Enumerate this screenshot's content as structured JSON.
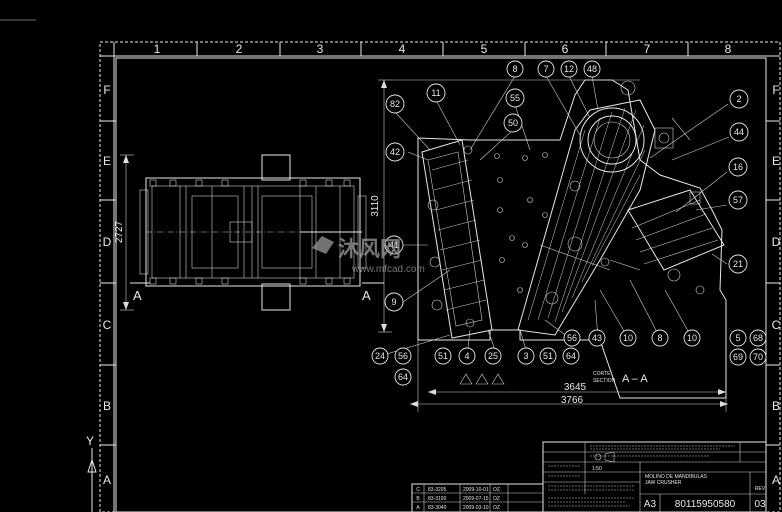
{
  "border": {
    "columns": [
      "1",
      "2",
      "3",
      "4",
      "5",
      "6",
      "7",
      "8"
    ],
    "rows": [
      "F",
      "E",
      "D",
      "C",
      "B",
      "A"
    ]
  },
  "dimensions": {
    "height_left": "2727",
    "height_main": "3110",
    "width_inner": "3645",
    "width_outer": "3766"
  },
  "section": {
    "marker_left": "A",
    "marker_right": "A",
    "label_line1": "CORTE",
    "label_line2": "SECTION",
    "label_big": "A – A"
  },
  "balloons": {
    "top": [
      "8",
      "7",
      "12",
      "48"
    ],
    "upper": [
      "11",
      "55",
      "50",
      "2",
      "44",
      "16",
      "57",
      "21",
      "82",
      "42",
      "41",
      "9"
    ],
    "bottom": [
      "24",
      "56",
      "64",
      "51",
      "4",
      "25",
      "3",
      "51",
      "64",
      "56",
      "43",
      "10",
      "8",
      "10",
      "5",
      "68",
      "69",
      "70"
    ]
  },
  "axis": {
    "y_label": "Y"
  },
  "watermark": {
    "brand": "沐风网",
    "url": "www.mfcad.com"
  },
  "title_block": {
    "size": "A3",
    "drawing_number": "80115950580",
    "revision": "03",
    "rev_header": "REV",
    "scale": "1:50",
    "name_line1": "MOLINO DE MANDIBULAS",
    "name_line2": "JAW CRUSHER",
    "rev_rows": [
      {
        "letter": "C",
        "code": "83-3205",
        "date": "2009-10-01",
        "by": "OZ"
      },
      {
        "letter": "B",
        "code": "83-3190",
        "date": "2009-07-15",
        "by": "OZ"
      },
      {
        "letter": "A",
        "code": "83-3040",
        "date": "2009-03-10",
        "by": "OZ"
      }
    ]
  }
}
